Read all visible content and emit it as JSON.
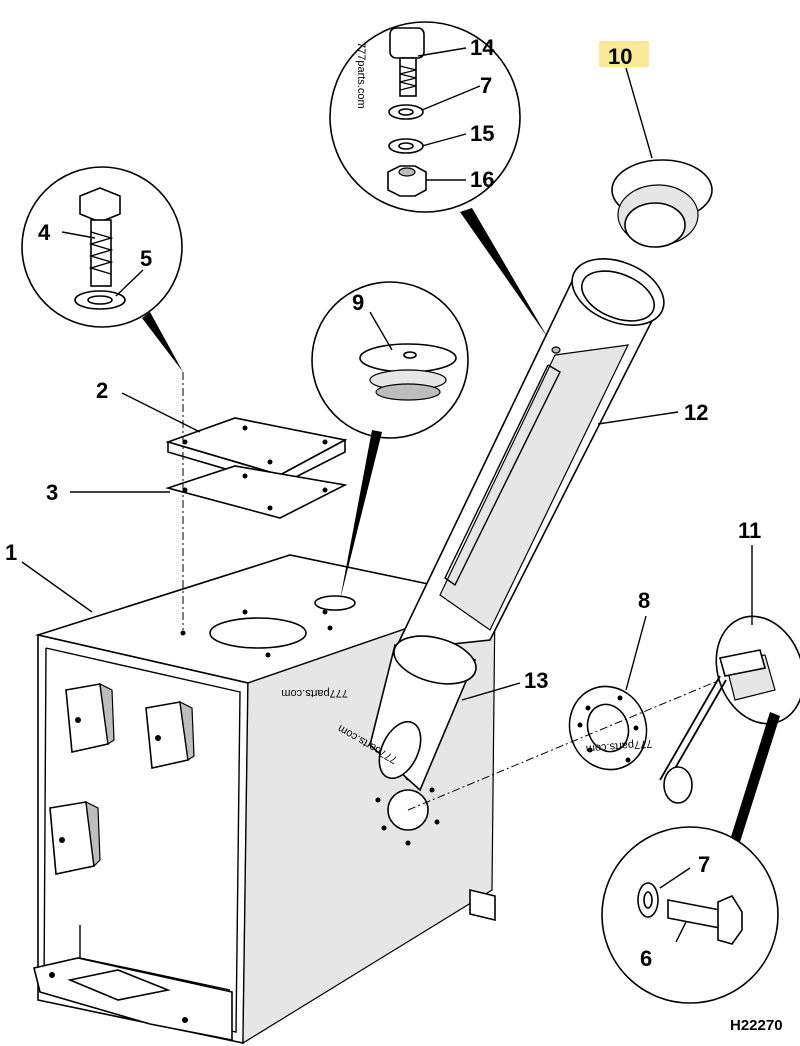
{
  "diagram": {
    "reference": "H22270",
    "highlight_color": "#fbe99a",
    "highlighted_callout": "10",
    "watermarks": [
      "777parts.com",
      "777parts.com",
      "777parts.com",
      "777parts.com"
    ],
    "callouts": {
      "c1": "1",
      "c2": "2",
      "c3": "3",
      "c4": "4",
      "c5": "5",
      "c6": "6",
      "c7a": "7",
      "c7b": "7",
      "c8": "8",
      "c9": "9",
      "c10": "10",
      "c11": "11",
      "c12": "12",
      "c13": "13",
      "c14": "14",
      "c15": "15",
      "c16": "16"
    }
  }
}
